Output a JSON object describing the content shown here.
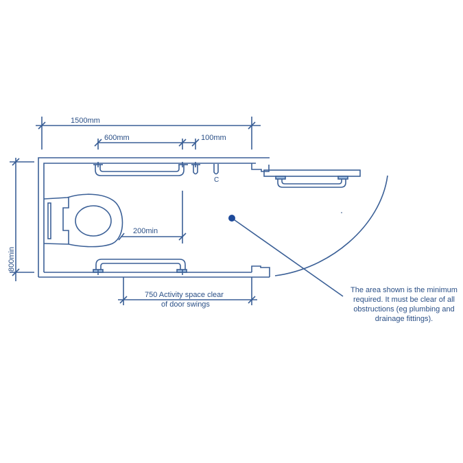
{
  "diagram": {
    "type": "accessible toilet cubicle floor plan",
    "colors": {
      "line": "#3a5f96",
      "text": "#2a4f86",
      "marker": "#1e4a9a",
      "fill_accent": "#9fbde0"
    },
    "dimensions": {
      "overall_length": "1500mm",
      "rail_length": "600mm",
      "rail_offset": "100mm",
      "toilet_clearance": "200min",
      "cubicle_width": "800min",
      "activity_space_line1": "750 Activity space clear",
      "activity_space_line2": "of door swings"
    },
    "fixture_labels": {
      "coat_hook": "C"
    },
    "annotation": "The area shown is the minimum required. It must be clear of all obstructions (eg plumbing and drainage fittings)."
  }
}
